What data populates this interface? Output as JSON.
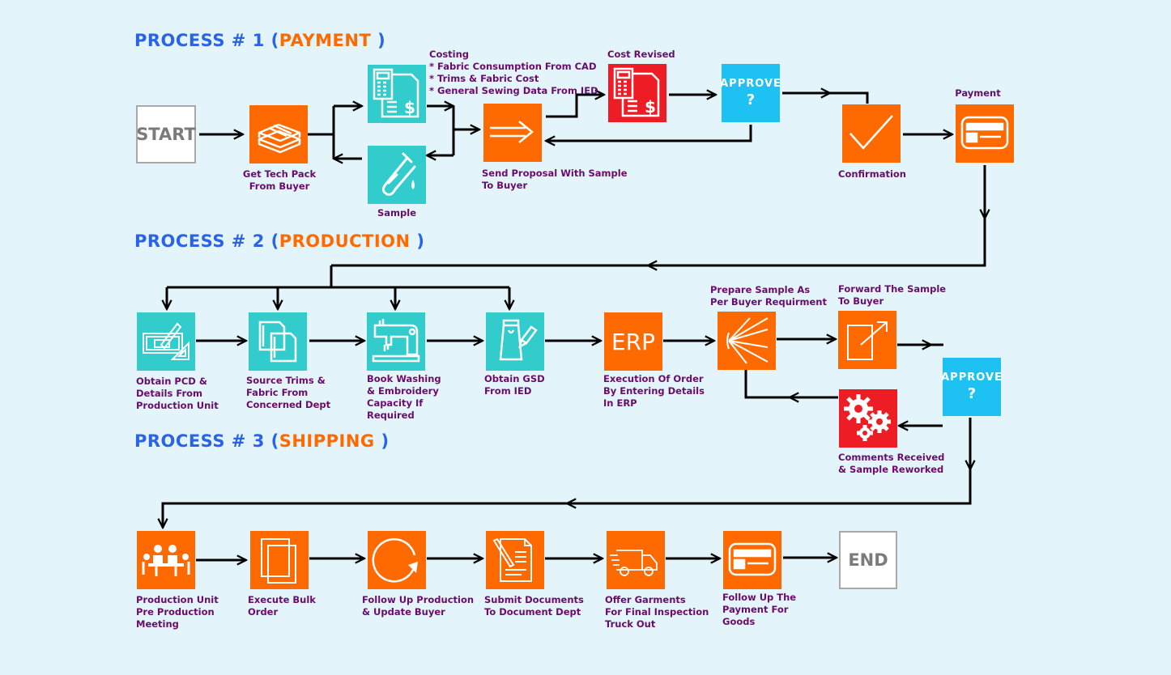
{
  "processes": [
    {
      "prefix": "PROCESS # 1 (",
      "name": "PAYMENT",
      "suffix": ")"
    },
    {
      "prefix": "PROCESS # 2 (",
      "name": "PRODUCTION",
      "suffix": ")"
    },
    {
      "prefix": "PROCESS # 3 (",
      "name": "SHIPPING",
      "suffix": ")"
    }
  ],
  "terminals": {
    "start": "START",
    "end": "END"
  },
  "approve": {
    "word": "APPROVE",
    "mark": "?"
  },
  "erp_text": "ERP",
  "labels": {
    "tech_pack": "Get Tech Pack\nFrom Buyer",
    "costing": "Costing\n* Fabric Consumption From CAD\n* Trims & Fabric Cost\n* General Sewing Data From IED",
    "sample": "Sample",
    "send_proposal": "Send Proposal With Sample\nTo Buyer",
    "cost_revised": "Cost Revised",
    "confirmation": "Confirmation",
    "payment": "Payment",
    "obtain_pcd": "Obtain PCD &\nDetails From\nProduction Unit",
    "source_trims": "Source Trims &\nFabric From\nConcerned Dept",
    "book_washing": "Book Washing\n& Embroidery\nCapacity If\nRequired",
    "obtain_gsd": "Obtain GSD\nFrom IED",
    "erp_exec": "Execution Of Order\nBy Entering Details\nIn ERP",
    "prepare_sample": "Prepare Sample As\nPer Buyer Requirment",
    "forward_sample": "Forward The Sample\nTo Buyer",
    "comments": "Comments Received\n& Sample Reworked",
    "pp_meeting": "Production Unit\nPre Production\nMeeting",
    "bulk_order": "Execute Bulk\nOrder",
    "follow_up": "Follow Up Production\n& Update Buyer",
    "submit_docs": "Submit Documents\nTo Document Dept",
    "offer_garments": "Offer Garments\nFor Final Inspection\nTruck Out",
    "follow_payment": "Follow Up The\nPayment For\nGoods"
  },
  "icons": {
    "tech_pack": "folded-fabric-stack-icon",
    "costing": "calculator-invoice-icon",
    "sample": "test-tube-icon",
    "send_proposal": "send-arrow-icon",
    "cost_revised": "calculator-invoice-icon",
    "confirmation": "check-mark-icon",
    "payment": "payment-card-icon",
    "obtain_pcd": "drafting-tools-icon",
    "source_trims": "documents-icon",
    "book_washing": "sewing-machine-icon",
    "obtain_gsd": "garment-pen-icon",
    "prepare_sample": "fan-rays-icon",
    "forward_sample": "forward-document-icon",
    "comments": "gears-icon",
    "pp_meeting": "meeting-table-icon",
    "bulk_order": "stacked-pages-icon",
    "follow_up": "refresh-circle-icon",
    "submit_docs": "document-pen-icon",
    "offer_garments": "delivery-truck-icon",
    "follow_payment": "payment-card-icon"
  },
  "colors": {
    "background": "#e3f4fb",
    "process_title": "#2b63e6",
    "process_name": "#ff6a00",
    "orange": "#ff6a00",
    "teal": "#33cccc",
    "red": "#ee1c24",
    "blue": "#1ec2f2",
    "label": "#6a0c6a",
    "connector": "#000000"
  }
}
